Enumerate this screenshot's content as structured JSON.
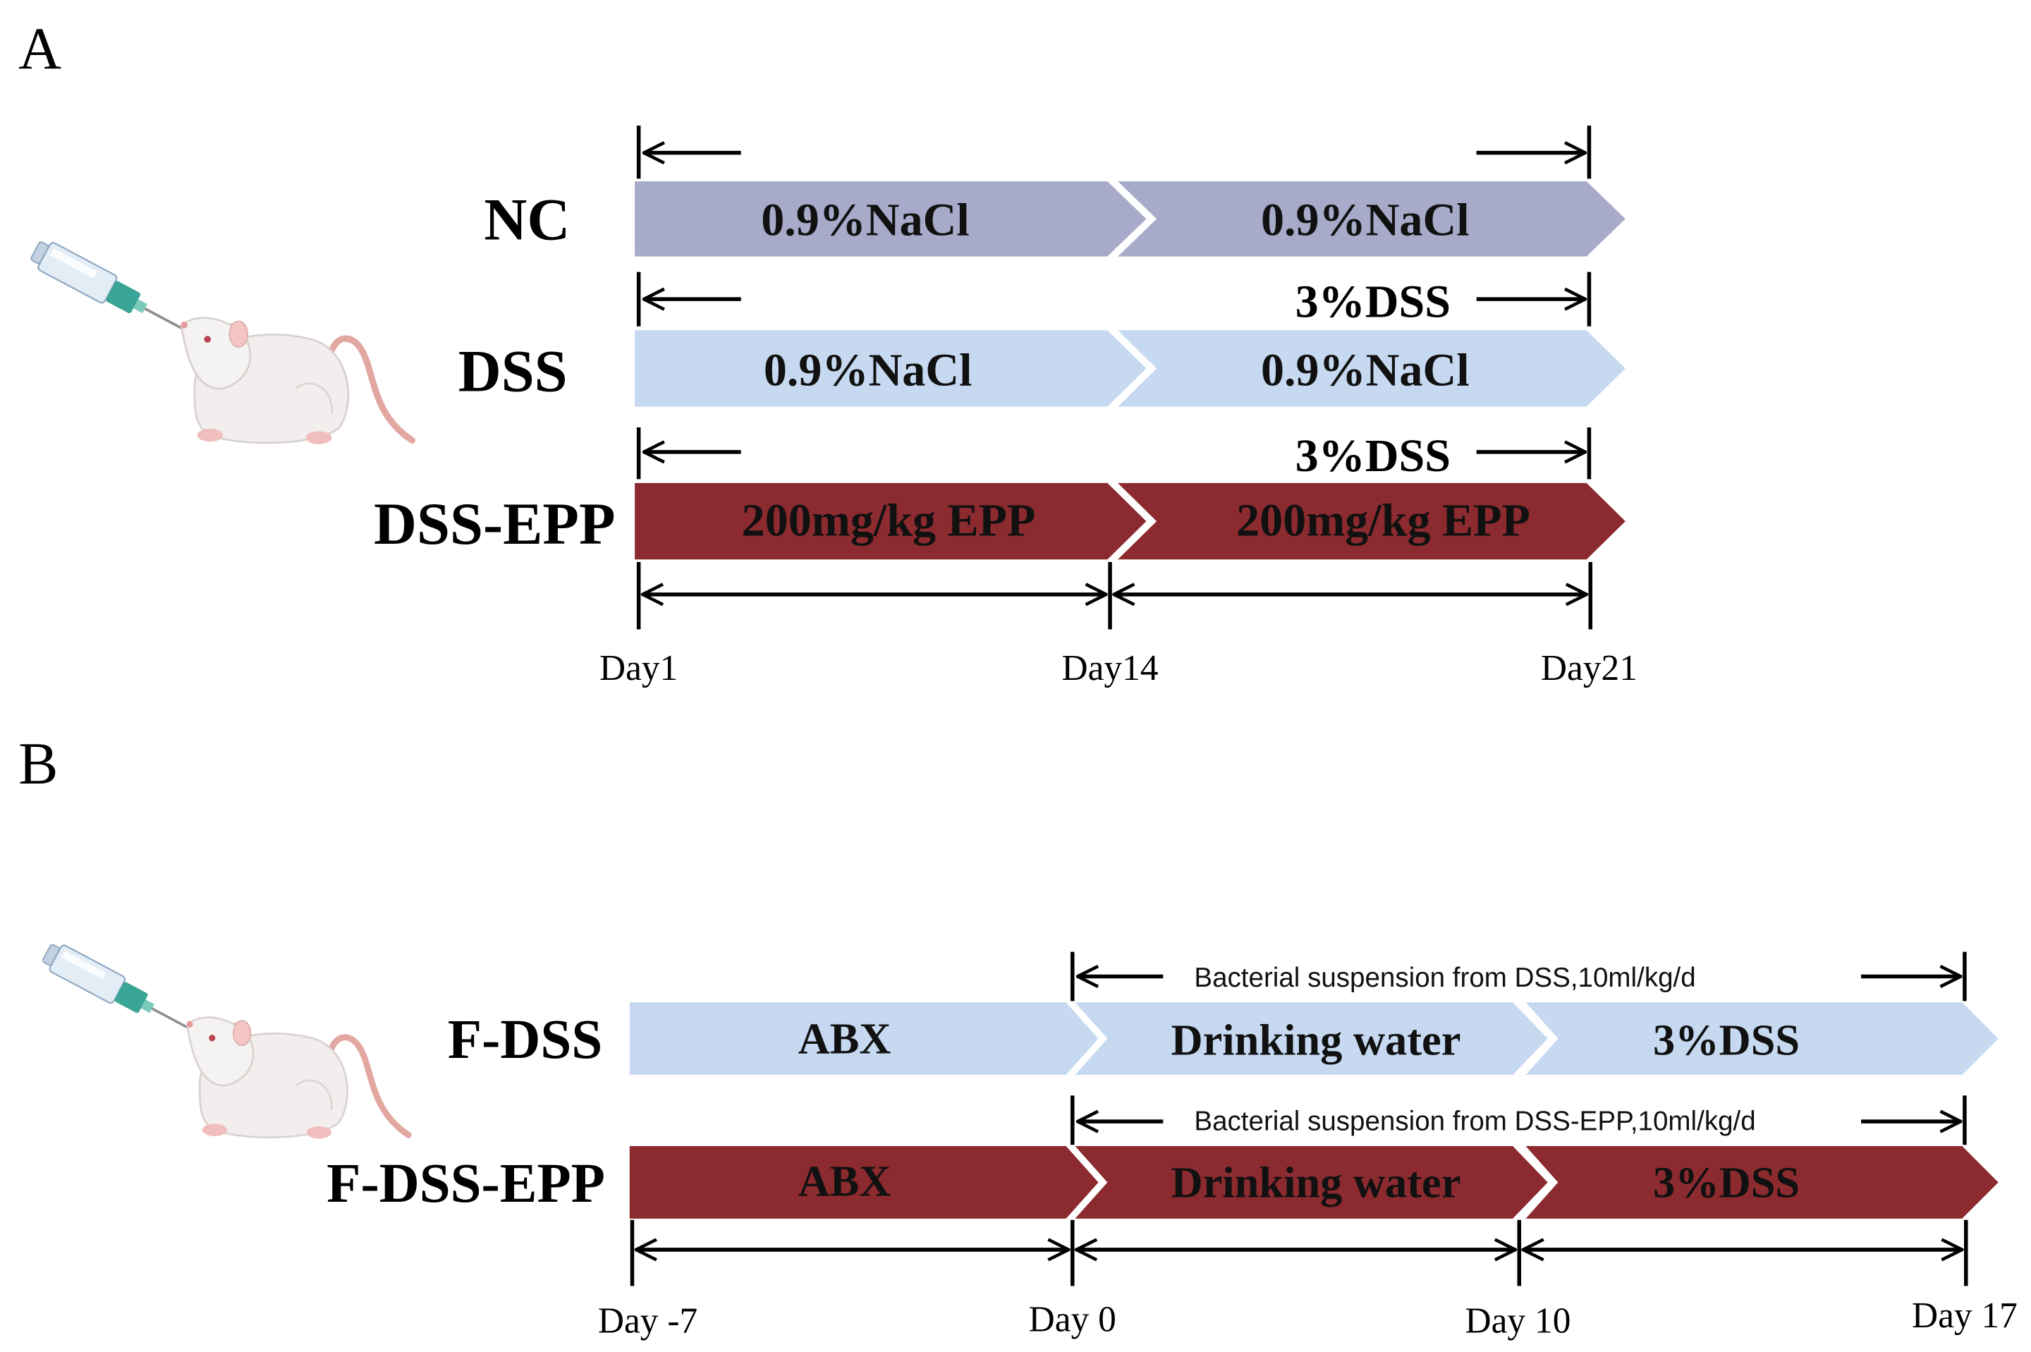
{
  "colors": {
    "nc_bar": "#a7aac9",
    "light_blue_bar": "#c6d9f1",
    "dark_red_bar": "#8b2a2f"
  },
  "icons": [
    "mouse-syringe-icon",
    "syringe-icon"
  ],
  "panel_a": {
    "label": "A",
    "rows": [
      {
        "name": "NC",
        "segments": [
          "0.9%NaCl",
          "0.9%NaCl"
        ]
      },
      {
        "name": "DSS",
        "note": "3%DSS",
        "segments": [
          "0.9%NaCl",
          "0.9%NaCl"
        ]
      },
      {
        "name": "DSS-EPP",
        "note": "3%DSS",
        "segments": [
          "200mg/kg EPP",
          "200mg/kg EPP"
        ]
      }
    ],
    "days": [
      "Day1",
      "Day14",
      "Day21"
    ]
  },
  "panel_b": {
    "label": "B",
    "rows": [
      {
        "name": "F-DSS",
        "note": "Bacterial suspension from DSS,10ml/kg/d",
        "segments": [
          "ABX",
          "Drinking water",
          "3%DSS"
        ]
      },
      {
        "name": "F-DSS-EPP",
        "note": "Bacterial suspension from DSS-EPP,10ml/kg/d",
        "segments": [
          "ABX",
          "Drinking water",
          "3%DSS"
        ]
      }
    ],
    "days": [
      "Day -7",
      "Day 0",
      "Day 10",
      "Day 17"
    ]
  }
}
